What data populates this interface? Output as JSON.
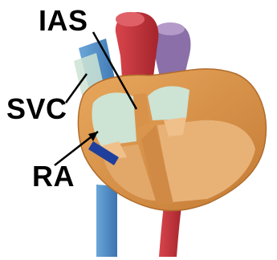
{
  "labels": {
    "ias": "IAS",
    "svc": "SVC",
    "ra": "RA"
  },
  "colors": {
    "aorta": "#c8323a",
    "pulmonary_artery": "#8a6fa8",
    "vena_cava": "#4f8fc8",
    "heart_muscle": "#d9924a",
    "chamber_interior": "#e2a86a",
    "atrial_interior": "#cde3d4",
    "pointer": "#000000",
    "catheter": "#1f3f9c"
  }
}
